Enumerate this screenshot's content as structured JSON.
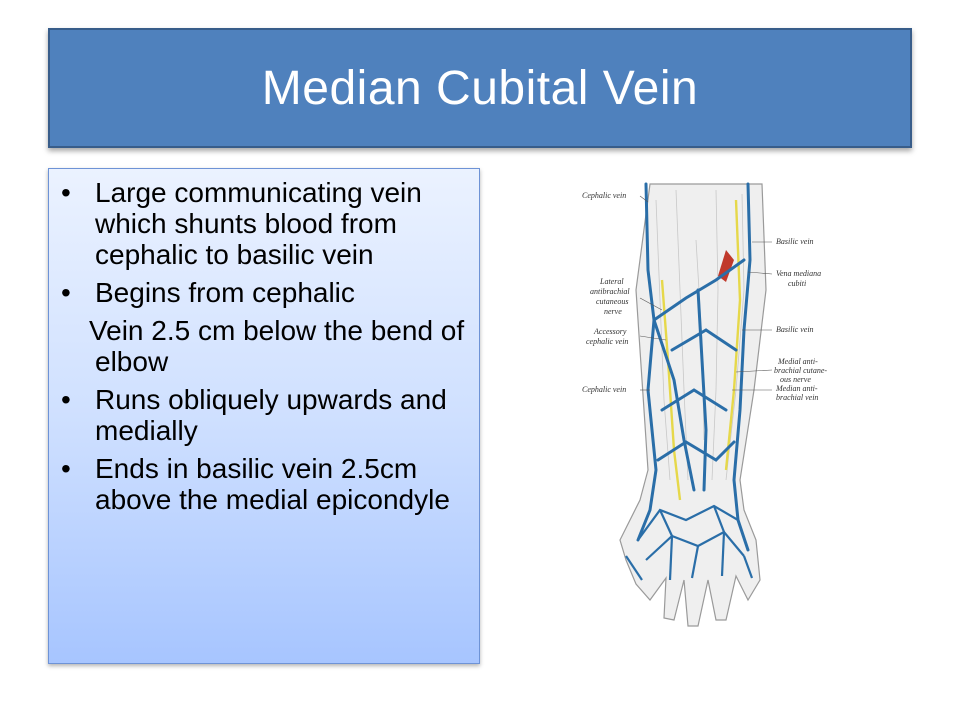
{
  "slide": {
    "title": "Median Cubital Vein",
    "bullets": [
      {
        "kind": "bullet",
        "text": "Large communicating vein which shunts blood from cephalic to basilic vein"
      },
      {
        "kind": "bullet",
        "text": "Begins from cephalic"
      },
      {
        "kind": "continuation",
        "text": "Vein 2.5 cm below the bend of elbow"
      },
      {
        "kind": "bullet",
        "text": "Runs obliquely upwards and medially"
      },
      {
        "kind": "bullet",
        "text": "Ends in basilic vein 2.5cm above the medial epicondyle"
      }
    ]
  },
  "figure": {
    "labels": {
      "cephalic_vein_top": "Cephalic vein",
      "lateral_antibrachial_1": "Lateral",
      "lateral_antibrachial_2": "antibrachial",
      "lateral_antibrachial_3": "cutaneous",
      "lateral_antibrachial_4": "nerve",
      "accessory_cephalic_1": "Accessory",
      "accessory_cephalic_2": "cephalic vein",
      "cephalic_vein_bottom": "Cephalic vein",
      "basilic_vein_top": "Basilic vein",
      "vena_mediana_1": "Vena mediana",
      "vena_mediana_2": "cubiti",
      "basilic_vein_mid": "Basilic vein",
      "medial_anti_1": "Medial anti-",
      "medial_anti_2": "brachial cutane-",
      "medial_anti_3": "ous nerve",
      "median_anti_1": "Median anti-",
      "median_anti_2": "brachial vein"
    },
    "colors": {
      "vein": "#2a6ea8",
      "nerve": "#e6d84a",
      "artery": "#c0392b",
      "skin": "#efefef"
    }
  }
}
